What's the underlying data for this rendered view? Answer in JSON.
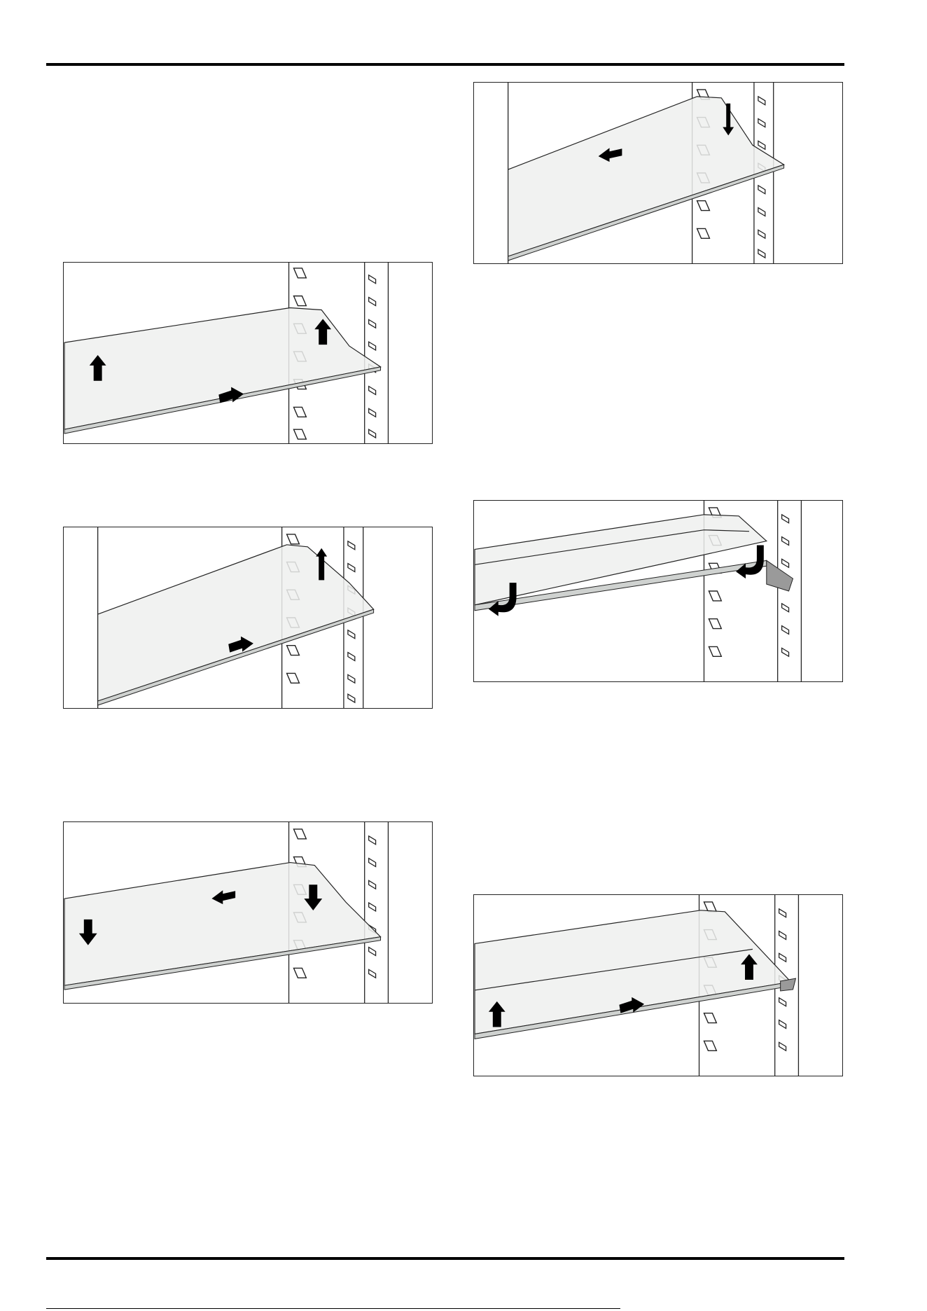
{
  "page": {
    "figures": [
      {
        "id": "fig1",
        "name": "shelf-removal-step-1",
        "arrows": [
          "arrow-up-icon",
          "arrow-up-icon",
          "arrow-pull-icon"
        ]
      },
      {
        "id": "fig2",
        "name": "shelf-removal-step-2",
        "arrows": [
          "arrow-up-icon",
          "arrow-pull-icon"
        ]
      },
      {
        "id": "fig3",
        "name": "shelf-insertion-step-1",
        "arrows": [
          "arrow-down-icon",
          "arrow-down-icon",
          "arrow-push-icon"
        ]
      },
      {
        "id": "fig4",
        "name": "shelf-insertion-step-2",
        "arrows": [
          "arrow-down-icon",
          "arrow-push-icon"
        ]
      },
      {
        "id": "fig5",
        "name": "shelf-edge-trim-removal",
        "arrows": [
          "curved-arrow-icon",
          "curved-arrow-icon"
        ]
      },
      {
        "id": "fig6",
        "name": "shelf-with-trim-removal",
        "arrows": [
          "arrow-up-icon",
          "arrow-up-icon",
          "arrow-pull-icon"
        ]
      }
    ],
    "colors": {
      "line": "#222222",
      "glass": "#eef0ef",
      "arrow": "#000000",
      "trim": "#9a9a9a"
    }
  }
}
